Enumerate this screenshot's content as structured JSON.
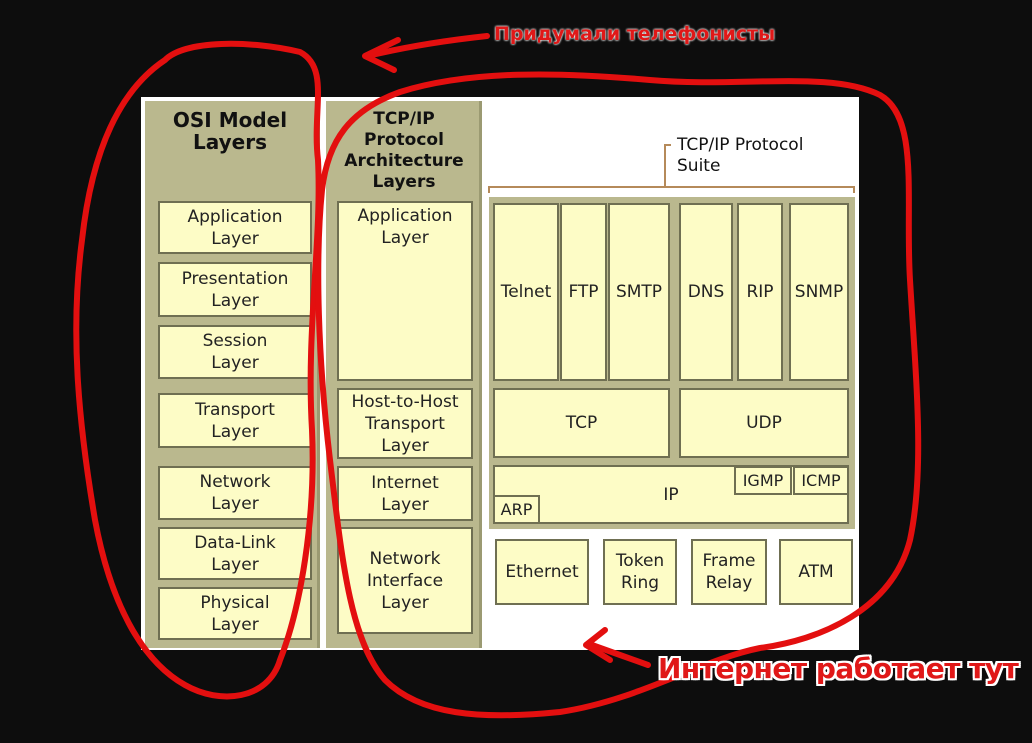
{
  "osi": {
    "title": "OSI Model\nLayers",
    "layers": [
      "Application\nLayer",
      "Presentation\nLayer",
      "Session\nLayer",
      "Transport\nLayer",
      "Network\nLayer",
      "Data-Link\nLayer",
      "Physical\nLayer"
    ]
  },
  "tcpip": {
    "title": "TCP/IP\nProtocol\nArchitecture\nLayers",
    "layers": [
      "Application\nLayer",
      "Host-to-Host\nTransport\nLayer",
      "Internet\nLayer",
      "Network\nInterface\nLayer"
    ]
  },
  "suite": {
    "title": "TCP/IP Protocol\nSuite",
    "app_protocols": [
      "Telnet",
      "FTP",
      "SMTP",
      "DNS",
      "RIP",
      "SNMP"
    ],
    "transport": [
      "TCP",
      "UDP"
    ],
    "internet": {
      "ip": "IP",
      "igmp": "IGMP",
      "icmp": "ICMP",
      "arp": "ARP"
    },
    "link": [
      "Ethernet",
      "Token\nRing",
      "Frame\nRelay",
      "ATM"
    ]
  },
  "annotations": {
    "top": "Придумали телефонисты",
    "bottom": "Интернет работает тут"
  },
  "colors": {
    "annotation": "#e01818",
    "box_fill": "#fdfcc6",
    "column_fill": "#bab88e"
  }
}
